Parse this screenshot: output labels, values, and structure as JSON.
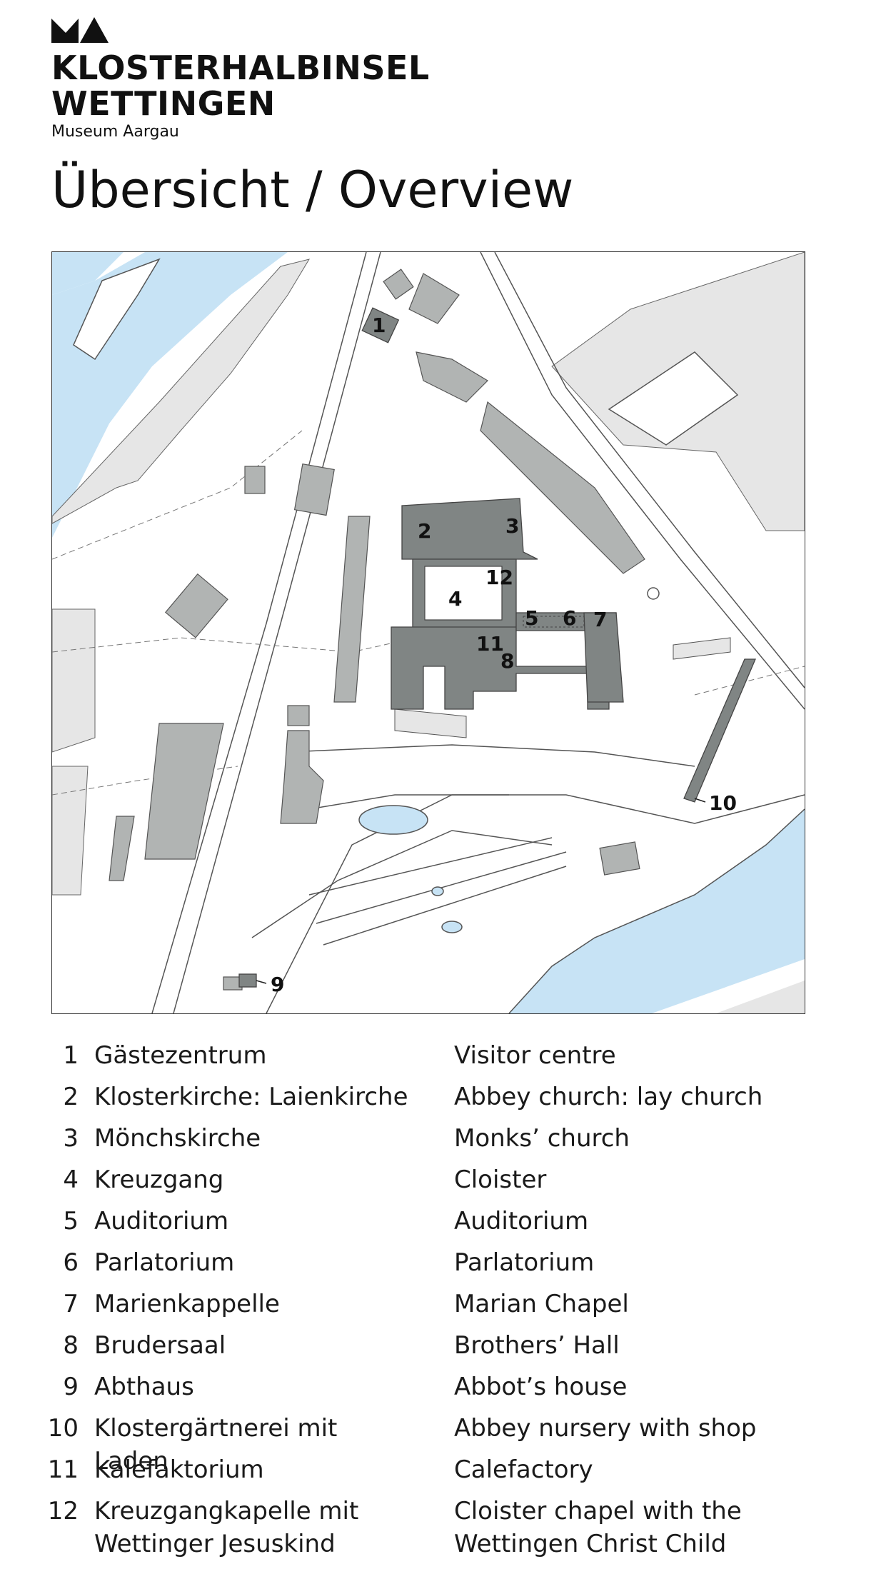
{
  "header": {
    "logo_icon": "ma-mountains-icon",
    "brand_line1": "KLOSTERHALBINSEL",
    "brand_line2": "WETTINGEN",
    "subtitle": "Museum Aargau",
    "title": "Übersicht / Overview"
  },
  "colors": {
    "water": "#c7e3f5",
    "highlight_building": "#808584",
    "other_building": "#b1b4b3",
    "light_area": "#e6e6e6"
  },
  "map": {
    "labels": [
      {
        "id": "1",
        "text": "1"
      },
      {
        "id": "2",
        "text": "2"
      },
      {
        "id": "3",
        "text": "3"
      },
      {
        "id": "4",
        "text": "4"
      },
      {
        "id": "5",
        "text": "5"
      },
      {
        "id": "6",
        "text": "6"
      },
      {
        "id": "7",
        "text": "7"
      },
      {
        "id": "8",
        "text": "8"
      },
      {
        "id": "9",
        "text": "9"
      },
      {
        "id": "10",
        "text": "10"
      },
      {
        "id": "11",
        "text": "11"
      },
      {
        "id": "12",
        "text": "12"
      }
    ]
  },
  "legend": [
    {
      "num": "1",
      "de": "Gästezentrum",
      "en": "Visitor centre"
    },
    {
      "num": "2",
      "de": "Klosterkirche: Laienkirche",
      "en": "Abbey church: lay church"
    },
    {
      "num": "3",
      "de": "Mönchskirche",
      "en": "Monks’ church"
    },
    {
      "num": "4",
      "de": "Kreuzgang",
      "en": "Cloister"
    },
    {
      "num": "5",
      "de": "Auditorium",
      "en": "Auditorium"
    },
    {
      "num": "6",
      "de": "Parlatorium",
      "en": "Parlatorium"
    },
    {
      "num": "7",
      "de": "Marienkappelle",
      "en": "Marian Chapel"
    },
    {
      "num": "8",
      "de": "Brudersaal",
      "en": "Brothers’ Hall"
    },
    {
      "num": "9",
      "de": "Abthaus",
      "en": "Abbot’s house"
    },
    {
      "num": "10",
      "de": "Klostergärtnerei mit Laden",
      "en": "Abbey nursery with shop"
    },
    {
      "num": "11",
      "de": "Kalefaktorium",
      "en": "Calefactory"
    },
    {
      "num": "12",
      "de_line1": "Kreuzgangkapelle mit",
      "de_line2": "Wettinger Jesuskind",
      "en_line1": "Cloister chapel with the",
      "en_line2": "Wettingen Christ Child"
    }
  ]
}
